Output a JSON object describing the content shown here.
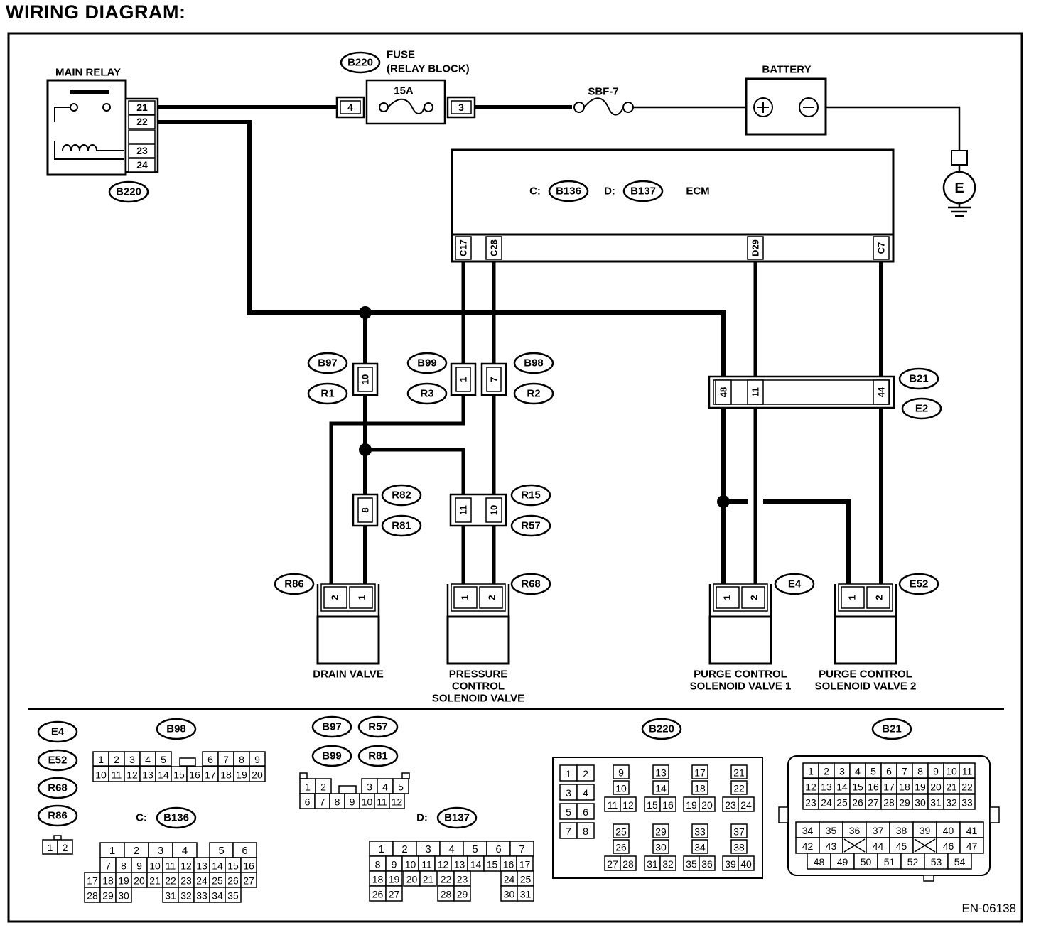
{
  "title": "WIRING DIAGRAM:",
  "doc_code": "EN-06138",
  "components": {
    "main_relay": {
      "label": "MAIN RELAY",
      "connector": "B220",
      "pins": [
        "21",
        "22",
        "23",
        "24"
      ]
    },
    "fuse": {
      "label_line1": "FUSE",
      "label_line2": "(RELAY BLOCK)",
      "connector": "B220",
      "rating": "15A",
      "pin_in": "4",
      "pin_out": "3"
    },
    "sbf": {
      "label": "SBF-7"
    },
    "battery": {
      "label": "BATTERY"
    },
    "ground": {
      "label": "E"
    },
    "ecm": {
      "label": "ECM",
      "conn_c_prefix": "C:",
      "conn_c": "B136",
      "conn_d_prefix": "D:",
      "conn_d": "B137",
      "pins": [
        "C17",
        "C28",
        "D29",
        "C7"
      ]
    },
    "joint_b21": {
      "top": "B21",
      "bottom": "E2",
      "pins": [
        "48",
        "11",
        "44"
      ]
    },
    "joint_b97": {
      "top": "B97",
      "bottom": "R1",
      "pin": "10"
    },
    "joint_b99": {
      "top": "B99",
      "bottom": "R3",
      "pin": "1"
    },
    "joint_b98": {
      "top": "B98",
      "bottom": "R2",
      "pin": "7"
    },
    "joint_r82": {
      "top": "R82",
      "bottom": "R81",
      "pin": "8"
    },
    "joint_r15": {
      "top": "R15",
      "bottom": "R57",
      "pins": [
        "11",
        "10"
      ]
    },
    "drain_valve": {
      "label": "DRAIN VALVE",
      "connector": "R86",
      "pins": [
        "2",
        "1"
      ]
    },
    "pressure_valve": {
      "label_lines": [
        "PRESSURE",
        "CONTROL",
        "SOLENOID VALVE"
      ],
      "connector": "R68",
      "pins": [
        "1",
        "2"
      ]
    },
    "purge_valve_1": {
      "label_lines": [
        "PURGE CONTROL",
        "SOLENOID VALVE 1"
      ],
      "connector": "E4",
      "pins": [
        "1",
        "2"
      ]
    },
    "purge_valve_2": {
      "label_lines": [
        "PURGE CONTROL",
        "SOLENOID VALVE 2"
      ],
      "connector": "E52",
      "pins": [
        "1",
        "2"
      ]
    }
  },
  "connector_views": {
    "small_tags": [
      "E4",
      "E52",
      "R68",
      "R86"
    ],
    "small_pins": [
      "1",
      "2"
    ],
    "b98": {
      "tag": "B98",
      "rows": [
        [
          "1",
          "2",
          "3",
          "4",
          "5",
          "",
          "6",
          "7",
          "8",
          "9"
        ],
        [
          "10",
          "11",
          "12",
          "13",
          "14",
          "15",
          "16",
          "17",
          "18",
          "19",
          "20"
        ]
      ]
    },
    "b97_group": {
      "tags": [
        "B97",
        "R57",
        "B99",
        "R81"
      ],
      "rows": [
        [
          "1",
          "2",
          "",
          "3",
          "4",
          "5"
        ],
        [
          "6",
          "7",
          "8",
          "9",
          "10",
          "11",
          "12"
        ]
      ]
    },
    "b136": {
      "prefix": "C:",
      "tag": "B136",
      "rows": [
        [
          "1",
          "2",
          "3",
          "4",
          "",
          "5",
          "6"
        ],
        [
          "7",
          "8",
          "9",
          "10",
          "11",
          "12",
          "13",
          "14",
          "15",
          "16"
        ],
        [
          "17",
          "18",
          "19",
          "20",
          "21",
          "22",
          "23",
          "24",
          "25",
          "26",
          "27"
        ],
        [
          "28",
          "29",
          "30",
          "",
          "",
          "31",
          "32",
          "33",
          "34",
          "35"
        ]
      ]
    },
    "b137": {
      "prefix": "D:",
      "tag": "B137",
      "rows": [
        [
          "1",
          "2",
          "3",
          "4",
          "5",
          "6",
          "7"
        ],
        [
          "8",
          "9",
          "10",
          "11",
          "12",
          "13",
          "14",
          "15",
          "16",
          "17"
        ],
        [
          "18",
          "19",
          "20",
          "21",
          "22",
          "23",
          "",
          "24",
          "25"
        ],
        [
          "26",
          "27",
          "",
          "28",
          "29",
          "",
          "30",
          "31"
        ]
      ]
    },
    "b220": {
      "tag": "B220",
      "groups": [
        [
          "1",
          "2",
          "3",
          "4",
          "5",
          "6",
          "7",
          "8"
        ],
        [
          "9",
          "10",
          "11",
          "12",
          "25",
          "26",
          "27",
          "28"
        ],
        [
          "13",
          "14",
          "15",
          "16",
          "29",
          "30",
          "31",
          "32"
        ],
        [
          "17",
          "18",
          "19",
          "20",
          "33",
          "34",
          "35",
          "36"
        ],
        [
          "21",
          "22",
          "23",
          "24",
          "37",
          "38",
          "39",
          "40"
        ]
      ]
    },
    "b21": {
      "tag": "B21",
      "rows": [
        [
          "1",
          "2",
          "3",
          "4",
          "5",
          "6",
          "7",
          "8",
          "9",
          "10",
          "11"
        ],
        [
          "12",
          "13",
          "14",
          "15",
          "16",
          "17",
          "18",
          "19",
          "20",
          "21",
          "22"
        ],
        [
          "23",
          "24",
          "25",
          "26",
          "27",
          "28",
          "29",
          "30",
          "31",
          "32",
          "33"
        ],
        [
          "34",
          "35",
          "36",
          "37",
          "38",
          "39",
          "40",
          "41"
        ],
        [
          "42",
          "43",
          "44",
          "45",
          "46",
          "47"
        ],
        [
          "48",
          "49",
          "50",
          "51",
          "52",
          "53",
          "54"
        ]
      ]
    }
  }
}
